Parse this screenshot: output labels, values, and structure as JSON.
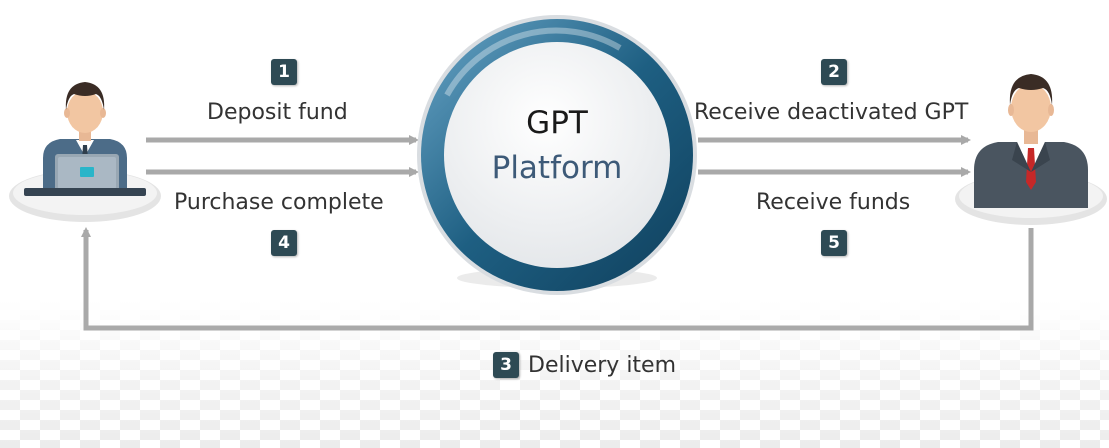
{
  "platform": {
    "title": "GPT",
    "subtitle": "Platform"
  },
  "steps": [
    {
      "number": "1",
      "label": "Deposit fund"
    },
    {
      "number": "2",
      "label": "Receive deactivated GPT"
    },
    {
      "number": "3",
      "label": "Delivery item"
    },
    {
      "number": "4",
      "label": "Purchase complete"
    },
    {
      "number": "5",
      "label": "Receive funds"
    }
  ],
  "actors": {
    "buyer_icon": "buyer-with-laptop-icon",
    "seller_icon": "seller-businessman-icon"
  },
  "colors": {
    "arrow": "#a9a9a9",
    "badge": "#2e4a54",
    "ring": "#1e5f82",
    "platform_subtitle": "#3d5a78",
    "seller_tie": "#c62828"
  }
}
